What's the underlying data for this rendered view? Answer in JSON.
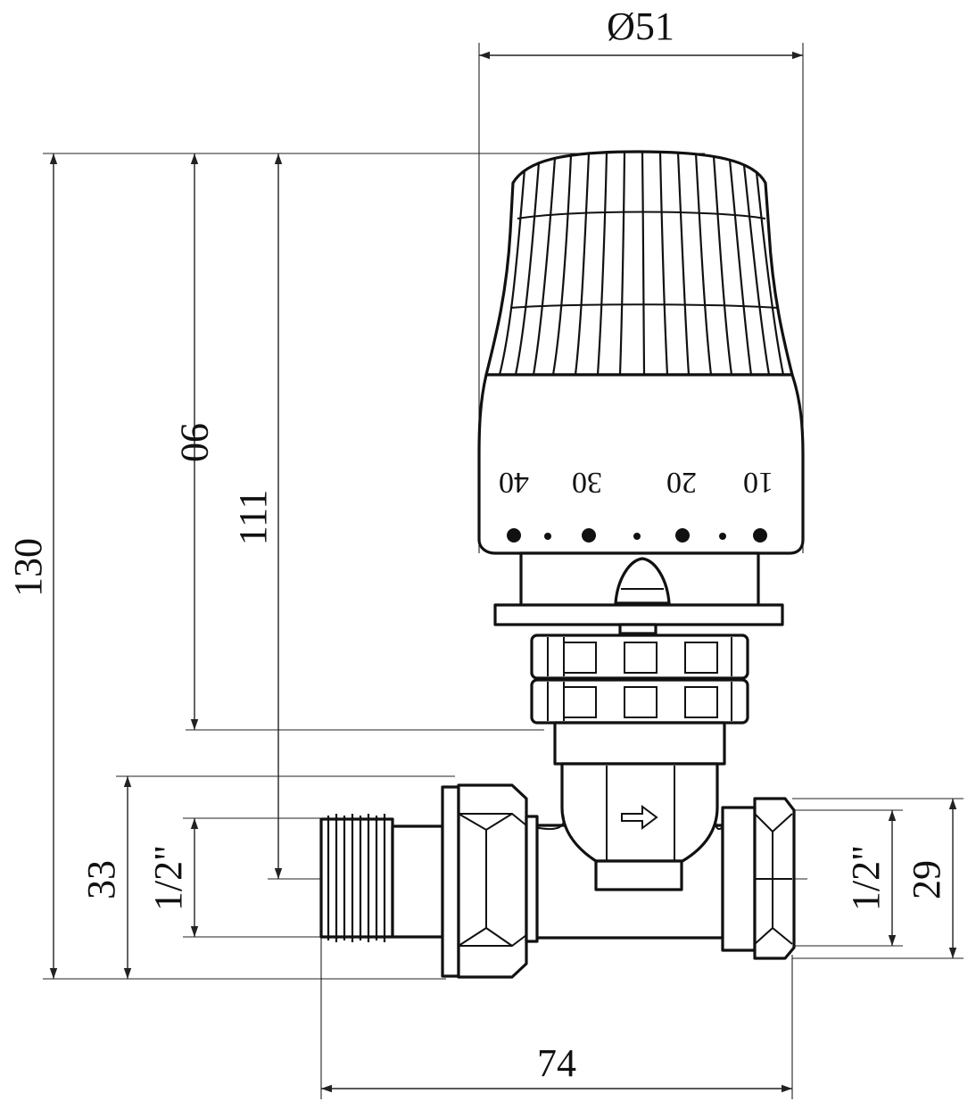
{
  "dimensions": {
    "diameter": "Ø51",
    "overall_height": "130",
    "head_height": "90",
    "axis_height": "111",
    "body_height": "33",
    "inlet_thread": "1/2\"",
    "outlet_thread": "1/2\"",
    "outlet_height": "29",
    "length": "74"
  },
  "scale_labels": [
    "40",
    "30",
    "20",
    "10"
  ],
  "flow_arrow": "right-arrow-icon"
}
